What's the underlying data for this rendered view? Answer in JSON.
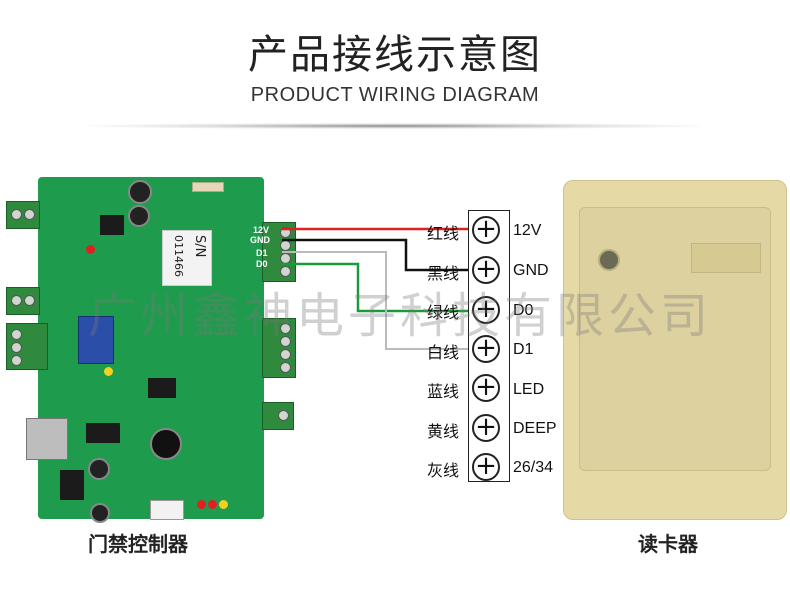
{
  "title": "产品接线示意图",
  "subtitle": "PRODUCT WIRING DIAGRAM",
  "controller": {
    "caption": "门禁控制器",
    "serial_label": "S/N",
    "serial_number": "011466",
    "pins": [
      "12V",
      "GND",
      "D1",
      "D0"
    ]
  },
  "wiring": [
    {
      "color_name": "红线",
      "pin": "12V",
      "color": "#e0201e"
    },
    {
      "color_name": "黑线",
      "pin": "GND",
      "color": "#111111"
    },
    {
      "color_name": "绿线",
      "pin": "D0",
      "color": "#1a9b3a"
    },
    {
      "color_name": "白线",
      "pin": "D1",
      "color": "#bbbbbb"
    },
    {
      "color_name": "蓝线",
      "pin": "LED",
      "color": ""
    },
    {
      "color_name": "黄线",
      "pin": "DEEP",
      "color": ""
    },
    {
      "color_name": "灰线",
      "pin": "26/34",
      "color": ""
    }
  ],
  "reader": {
    "caption": "读卡器"
  },
  "watermark": "广州鑫神电子科技有限公司",
  "colors": {
    "board_green": "#1f9b4e",
    "reader_beige": "#e5d9a6"
  }
}
